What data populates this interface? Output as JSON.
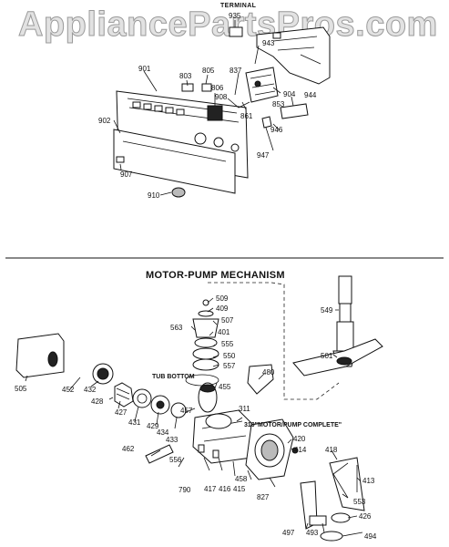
{
  "watermark": "AppliancePartsPros.com",
  "top_header": "TERMINAL",
  "top_labels": [
    "935",
    "943",
    "901",
    "803",
    "805",
    "837",
    "806",
    "908",
    "904",
    "944",
    "853",
    "861",
    "902",
    "946",
    "947",
    "907",
    "910"
  ],
  "section_title": "MOTOR-PUMP MECHANISM",
  "annotations": {
    "tub_bottom": "TUB BOTTOM",
    "motor_pump_complete": "310\"MOTOR/PUMP COMPLETE\""
  },
  "bottom_labels": [
    "509",
    "409",
    "563",
    "507",
    "401",
    "555",
    "550",
    "557",
    "549",
    "501",
    "505",
    "452",
    "432",
    "428",
    "427",
    "431",
    "429",
    "434",
    "433",
    "457",
    "455",
    "480",
    "311",
    "420",
    "414",
    "462",
    "556",
    "790",
    "417",
    "416",
    "415",
    "458",
    "827",
    "418",
    "413",
    "553",
    "426",
    "497",
    "493",
    "494"
  ]
}
